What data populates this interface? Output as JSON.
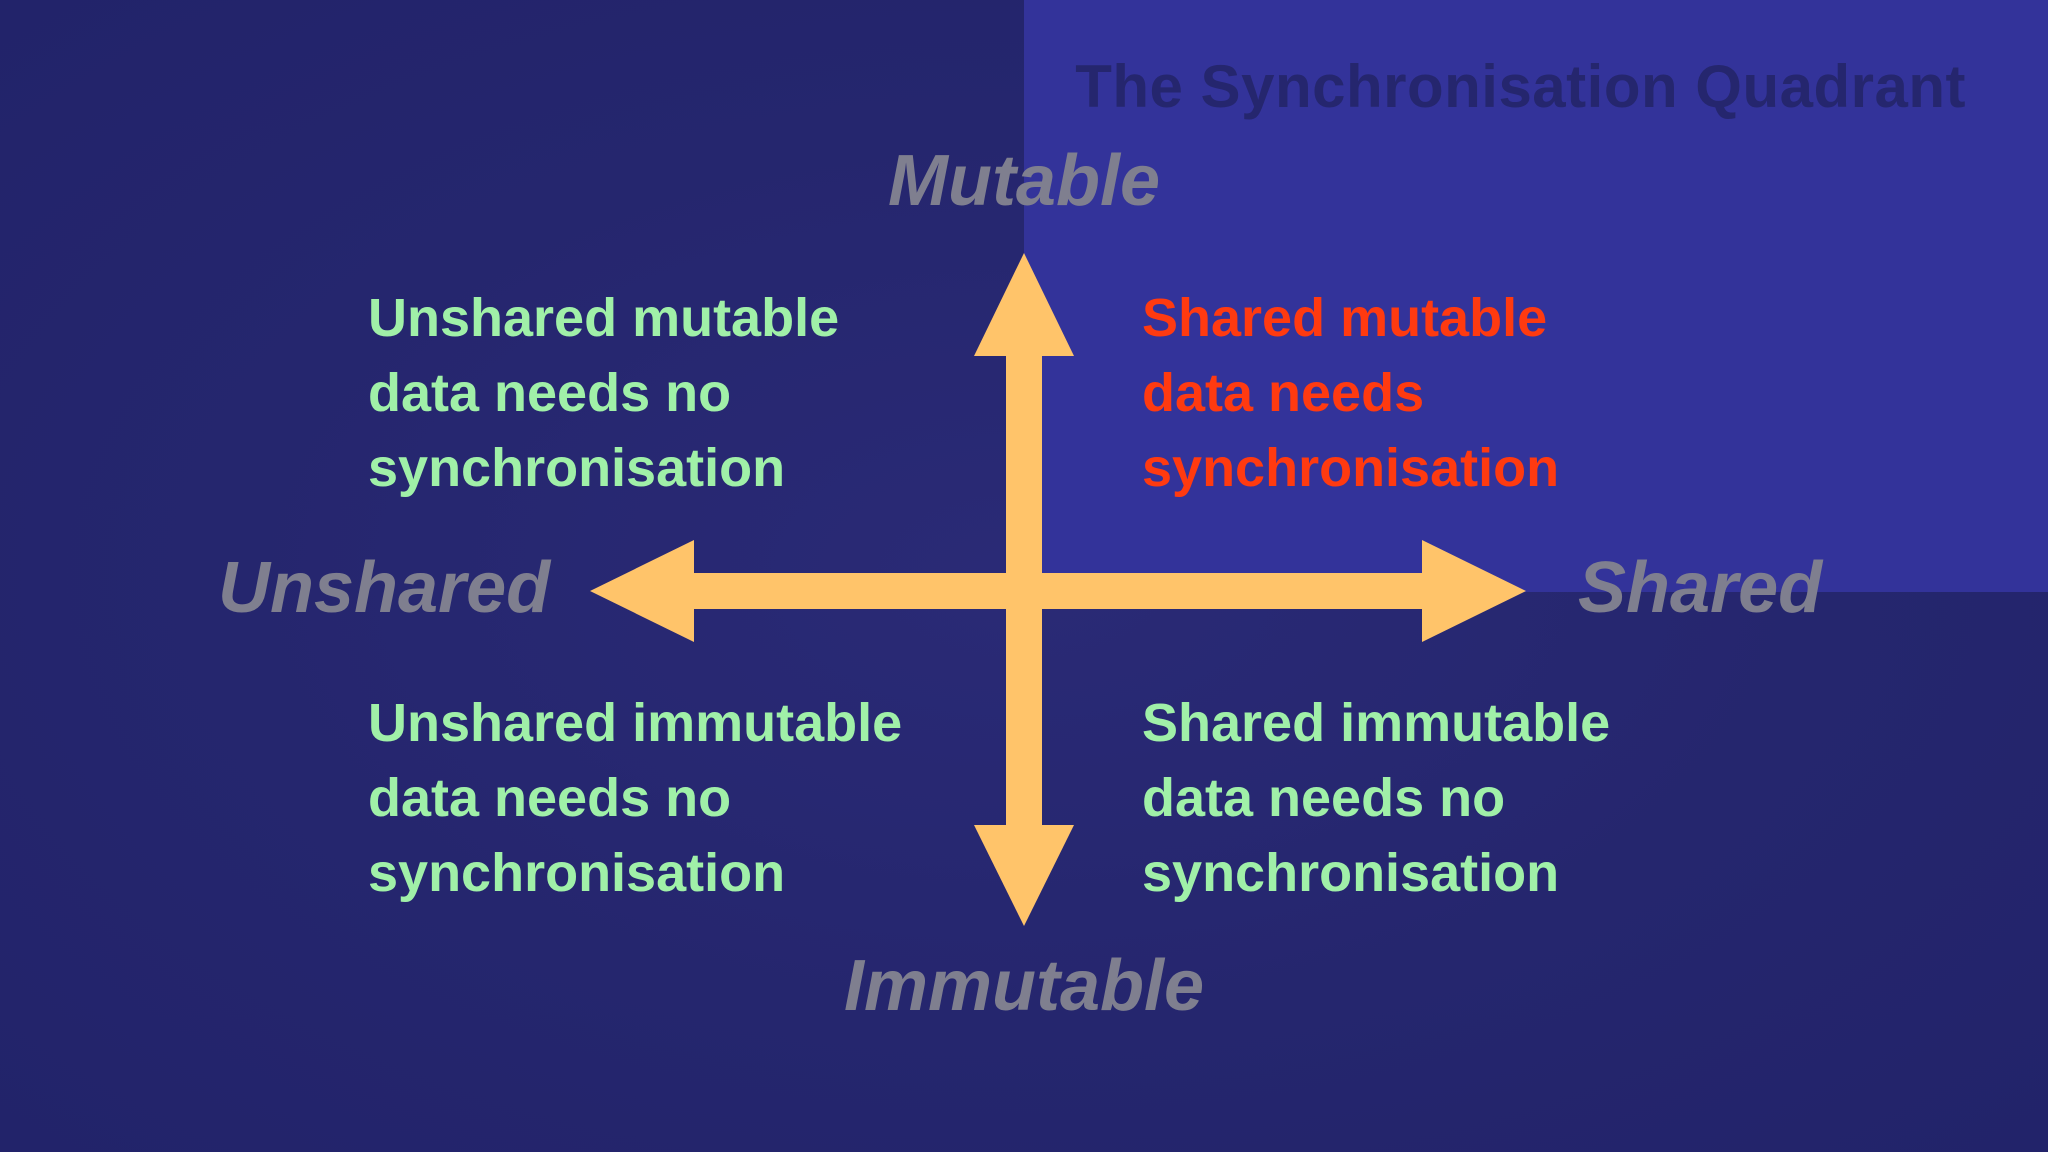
{
  "title": "The Synchronisation Quadrant",
  "axes": {
    "top": "Mutable",
    "bottom": "Immutable",
    "left": "Unshared",
    "right": "Shared"
  },
  "quadrants": {
    "top_left": {
      "lines": [
        "Unshared mutable",
        "data needs no",
        "synchronisation"
      ]
    },
    "top_right": {
      "lines": [
        "Shared mutable",
        "data needs",
        "synchronisation"
      ]
    },
    "bottom_left": {
      "lines": [
        "Unshared immutable",
        "data needs no",
        "synchronisation"
      ]
    },
    "bottom_right": {
      "lines": [
        "Shared immutable",
        "data needs no",
        "synchronisation"
      ]
    }
  },
  "colors": {
    "background": "#24256c",
    "highlight_quadrant": "#33339a",
    "arrow": "#ffc46a",
    "axis_label": "#7f7f8f",
    "safe_text": "#a0f0a8",
    "danger_text": "#ff3a10"
  }
}
